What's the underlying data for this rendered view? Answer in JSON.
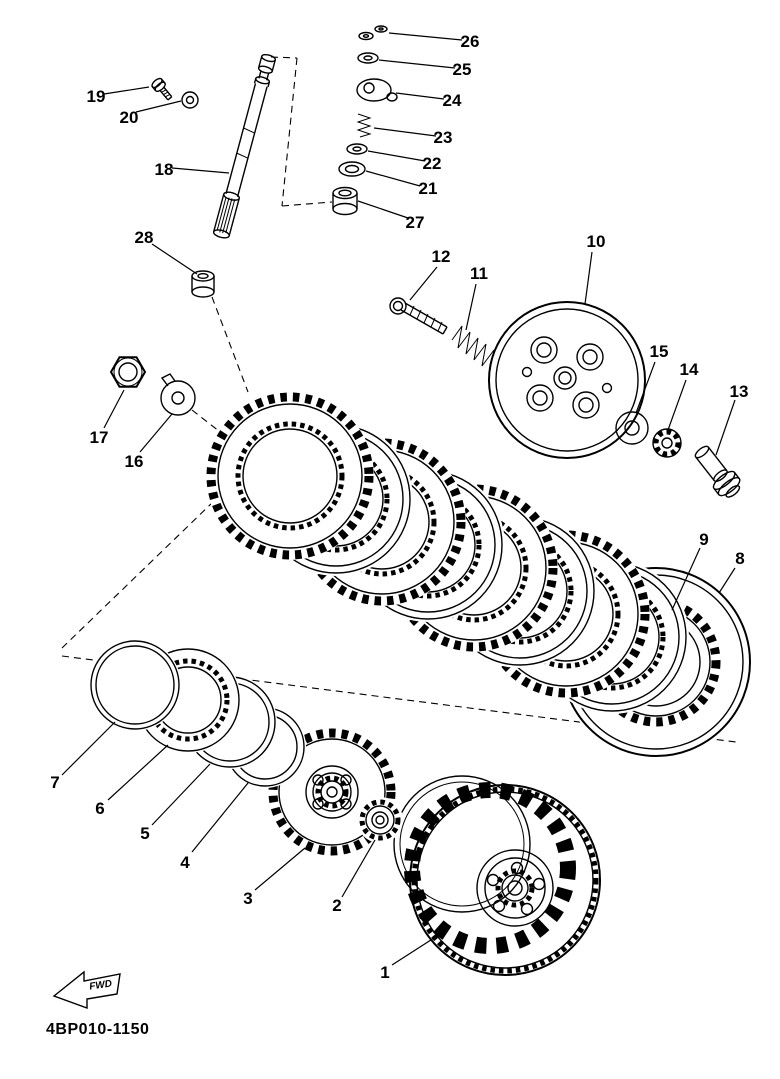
{
  "diagram": {
    "code": "4BP010-1150",
    "fwd_label": "FWD",
    "callouts": [
      {
        "label": "1"
      },
      {
        "label": "2"
      },
      {
        "label": "3"
      },
      {
        "label": "4"
      },
      {
        "label": "5"
      },
      {
        "label": "6"
      },
      {
        "label": "7"
      },
      {
        "label": "8"
      },
      {
        "label": "9"
      },
      {
        "label": "10"
      },
      {
        "label": "11"
      },
      {
        "label": "12"
      },
      {
        "label": "13"
      },
      {
        "label": "14"
      },
      {
        "label": "15"
      },
      {
        "label": "16"
      },
      {
        "label": "17"
      },
      {
        "label": "18"
      },
      {
        "label": "19"
      },
      {
        "label": "20"
      },
      {
        "label": "21"
      },
      {
        "label": "22"
      },
      {
        "label": "23"
      },
      {
        "label": "24"
      },
      {
        "label": "25"
      },
      {
        "label": "26"
      },
      {
        "label": "27"
      },
      {
        "label": "28"
      }
    ]
  }
}
